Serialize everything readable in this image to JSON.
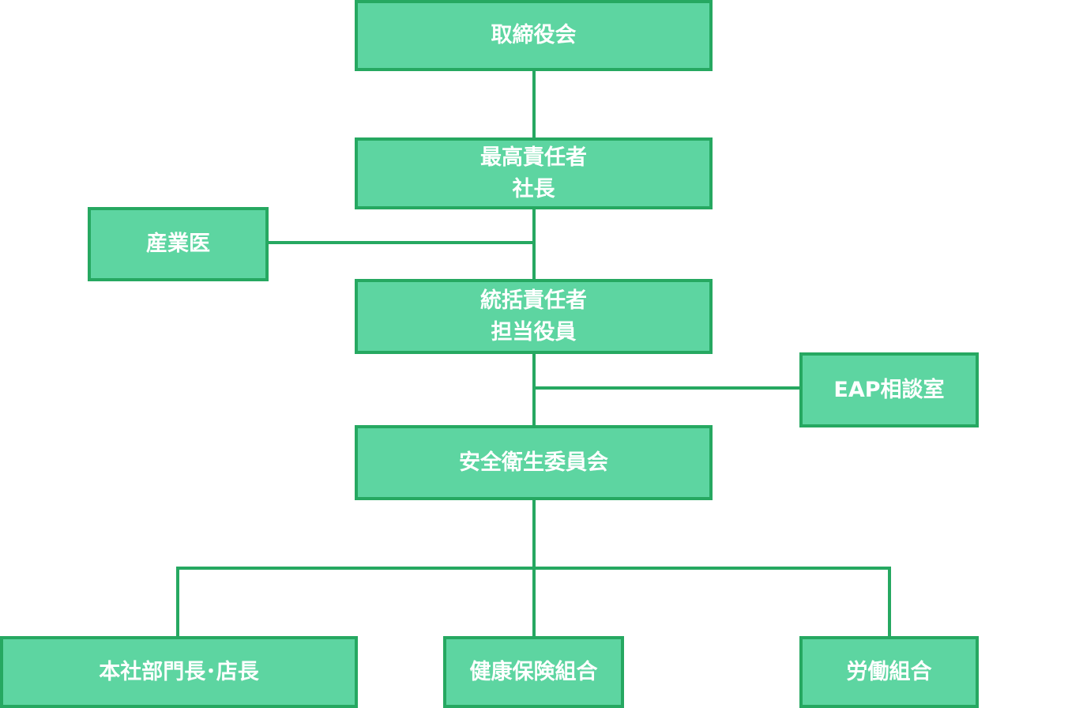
{
  "org_chart": {
    "board": {
      "line1": "取締役会"
    },
    "ceo": {
      "line1": "最高責任者",
      "line2": "社長"
    },
    "industrial_physician": {
      "line1": "産業医"
    },
    "general_manager": {
      "line1": "統括責任者",
      "line2": "担当役員"
    },
    "eap_office": {
      "line1": "EAP相談室"
    },
    "safety_committee": {
      "line1": "安全衛生委員会"
    },
    "department_heads": {
      "line1": "本社部門長･店長"
    },
    "health_insurance": {
      "line1": "健康保険組合"
    },
    "labor_union": {
      "line1": "労働組合"
    }
  },
  "colors": {
    "box_fill": "#5dd5a1",
    "box_border": "#26a861",
    "connector": "#26a861",
    "text": "#ffffff"
  }
}
